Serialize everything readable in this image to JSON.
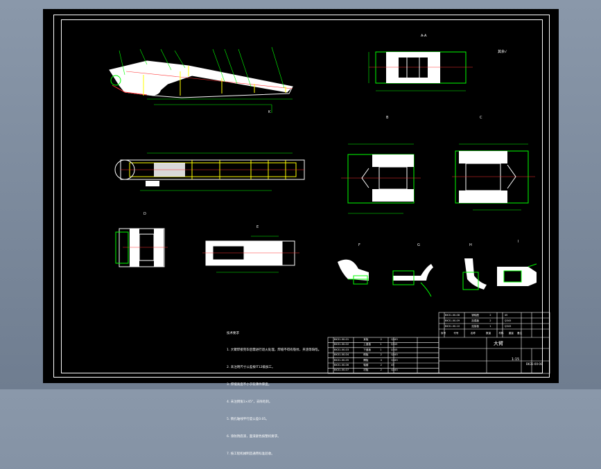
{
  "drawing": {
    "view_labels": {
      "section_a": "A-A",
      "section_b": "B",
      "section_c": "C",
      "section_d": "D",
      "section_e": "E",
      "section_f": "F",
      "section_g": "G",
      "section_h": "H",
      "detail_i": "I",
      "detail_k": "K",
      "scale_note": "其余√"
    },
    "notes_title": "技术要求",
    "notes": [
      "1. 大臂焊接完毕后需进行退火处理，焊缝不得有裂纹、夹渣等缺陷。",
      "2. 未注明尺寸公差按IT12级加工。",
      "3. 焊缝高度不小于较薄件厚度。",
      "4. 未注倒角1×45°，去除毛刺。",
      "5. 销孔轴线平行度公差0.05。",
      "6. 涂防锈底漆，面漆颜色按整机要求。",
      "7. 按工程机械制造通用标准验收。"
    ]
  },
  "parts_list": {
    "rows": [
      {
        "code": "BK31-00-01",
        "name": "耳板",
        "qty": "2",
        "material": "Q345"
      },
      {
        "code": "BK31-00-02",
        "name": "上盖板",
        "qty": "1",
        "material": "Q345"
      },
      {
        "code": "BK31-00-03",
        "name": "下盖板",
        "qty": "1",
        "material": "Q345"
      },
      {
        "code": "BK31-00-04",
        "name": "侧板",
        "qty": "2",
        "material": "Q345"
      },
      {
        "code": "BK31-00-05",
        "name": "隔板",
        "qty": "4",
        "material": "Q345"
      },
      {
        "code": "BK31-00-06",
        "name": "轴套",
        "qty": "2",
        "material": "45"
      },
      {
        "code": "BK31-00-07",
        "name": "衬板",
        "qty": "2",
        "material": "Q345"
      }
    ]
  },
  "title_block": {
    "upper_rows": [
      {
        "code": "BK31-00-08",
        "name": "销轴座",
        "qty": "2",
        "material": "45"
      },
      {
        "code": "BK31-00-09",
        "name": "加强板",
        "qty": "2",
        "material": "Q345"
      },
      {
        "code": "BK31-00-10",
        "name": "连接板",
        "qty": "1",
        "material": "Q345"
      }
    ],
    "part_name": "大臂",
    "scale": "1:15",
    "drawing_no": "BK31-00-00",
    "header_labels": [
      "序号",
      "代号",
      "名称",
      "数量",
      "材料",
      "重量",
      "备注"
    ]
  }
}
